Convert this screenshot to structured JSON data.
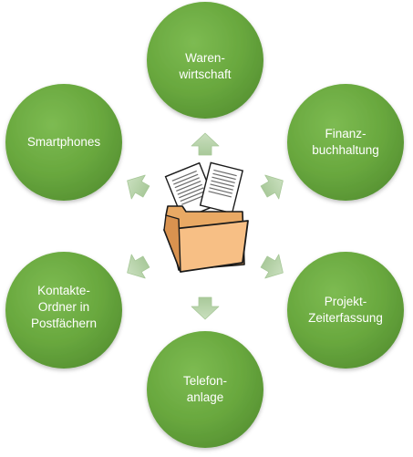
{
  "diagram": {
    "type": "radial-cycle",
    "center": {
      "icon": "folder-with-documents-icon"
    },
    "nodes": [
      {
        "id": "warenwirtschaft",
        "label": "Waren-\nwirtschaft"
      },
      {
        "id": "finanzbuchhaltung",
        "label": "Finanz-\nbuchhaltung"
      },
      {
        "id": "projekt-zeiterfassung",
        "label": "Projekt-\nZeiterfassung"
      },
      {
        "id": "telefonanlage",
        "label": "Telefon-\nanlage"
      },
      {
        "id": "kontakte-ordner",
        "label": "Kontakte-\nOrdner in\nPostfächern"
      },
      {
        "id": "smartphones",
        "label": "Smartphones"
      }
    ],
    "colors": {
      "node_fill": "#6aa83f",
      "node_fill_light": "#7dbb52",
      "node_fill_dark": "#4f8a2c",
      "arrow_fill": "#bcd6b0",
      "arrow_stroke": "#a6c797",
      "folder_fill": "#f7bf85",
      "folder_stroke": "#1a1a1a",
      "paper_fill": "#ffffff"
    }
  }
}
